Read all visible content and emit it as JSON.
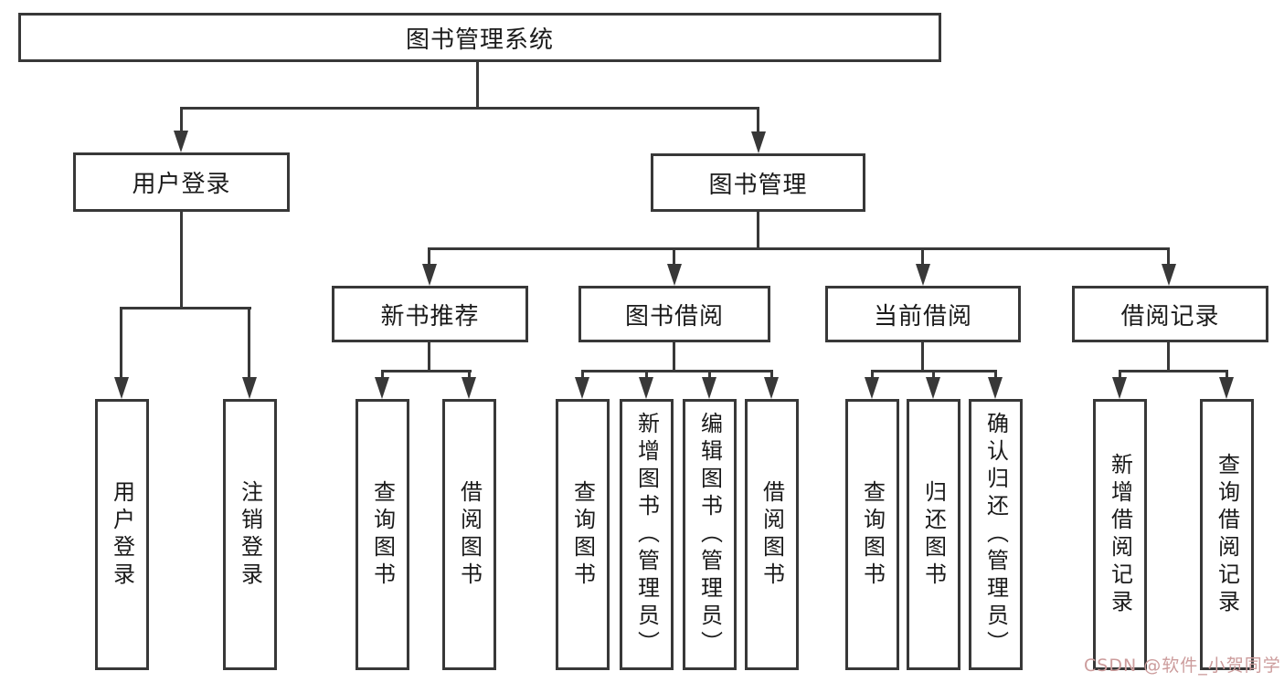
{
  "colors": {
    "line": "#383838",
    "box_background": "#ffffff",
    "text": "#1a1a1a",
    "watermark": "#cc9c9c",
    "background": "#ffffff"
  },
  "tree": {
    "root": {
      "label": "图书管理系统"
    },
    "level2": [
      {
        "id": "user-login",
        "label": "用户登录"
      },
      {
        "id": "book-management",
        "label": "图书管理"
      }
    ],
    "level3": [
      {
        "id": "new-book-recommend",
        "label": "新书推荐"
      },
      {
        "id": "book-borrowing",
        "label": "图书借阅"
      },
      {
        "id": "current-borrowing",
        "label": "当前借阅"
      },
      {
        "id": "borrowing-records",
        "label": "借阅记录"
      }
    ],
    "leaves": {
      "user_login": [
        {
          "label": "用户登录"
        },
        {
          "label": "注销登录"
        }
      ],
      "new_book_recommend": [
        {
          "label": "查询图书"
        },
        {
          "label": "借阅图书"
        }
      ],
      "book_borrowing": [
        {
          "label": "查询图书"
        },
        {
          "label": "新增图书（管理员）"
        },
        {
          "label": "编辑图书（管理员）"
        },
        {
          "label": "借阅图书"
        }
      ],
      "current_borrowing": [
        {
          "label": "查询图书"
        },
        {
          "label": "归还图书"
        },
        {
          "label": "确认归还（管理员）"
        }
      ],
      "borrowing_records": [
        {
          "label": "新增借阅记录"
        },
        {
          "label": "查询借阅记录"
        }
      ]
    }
  },
  "watermark": {
    "text": "CSDN @软件_小贺同学"
  }
}
